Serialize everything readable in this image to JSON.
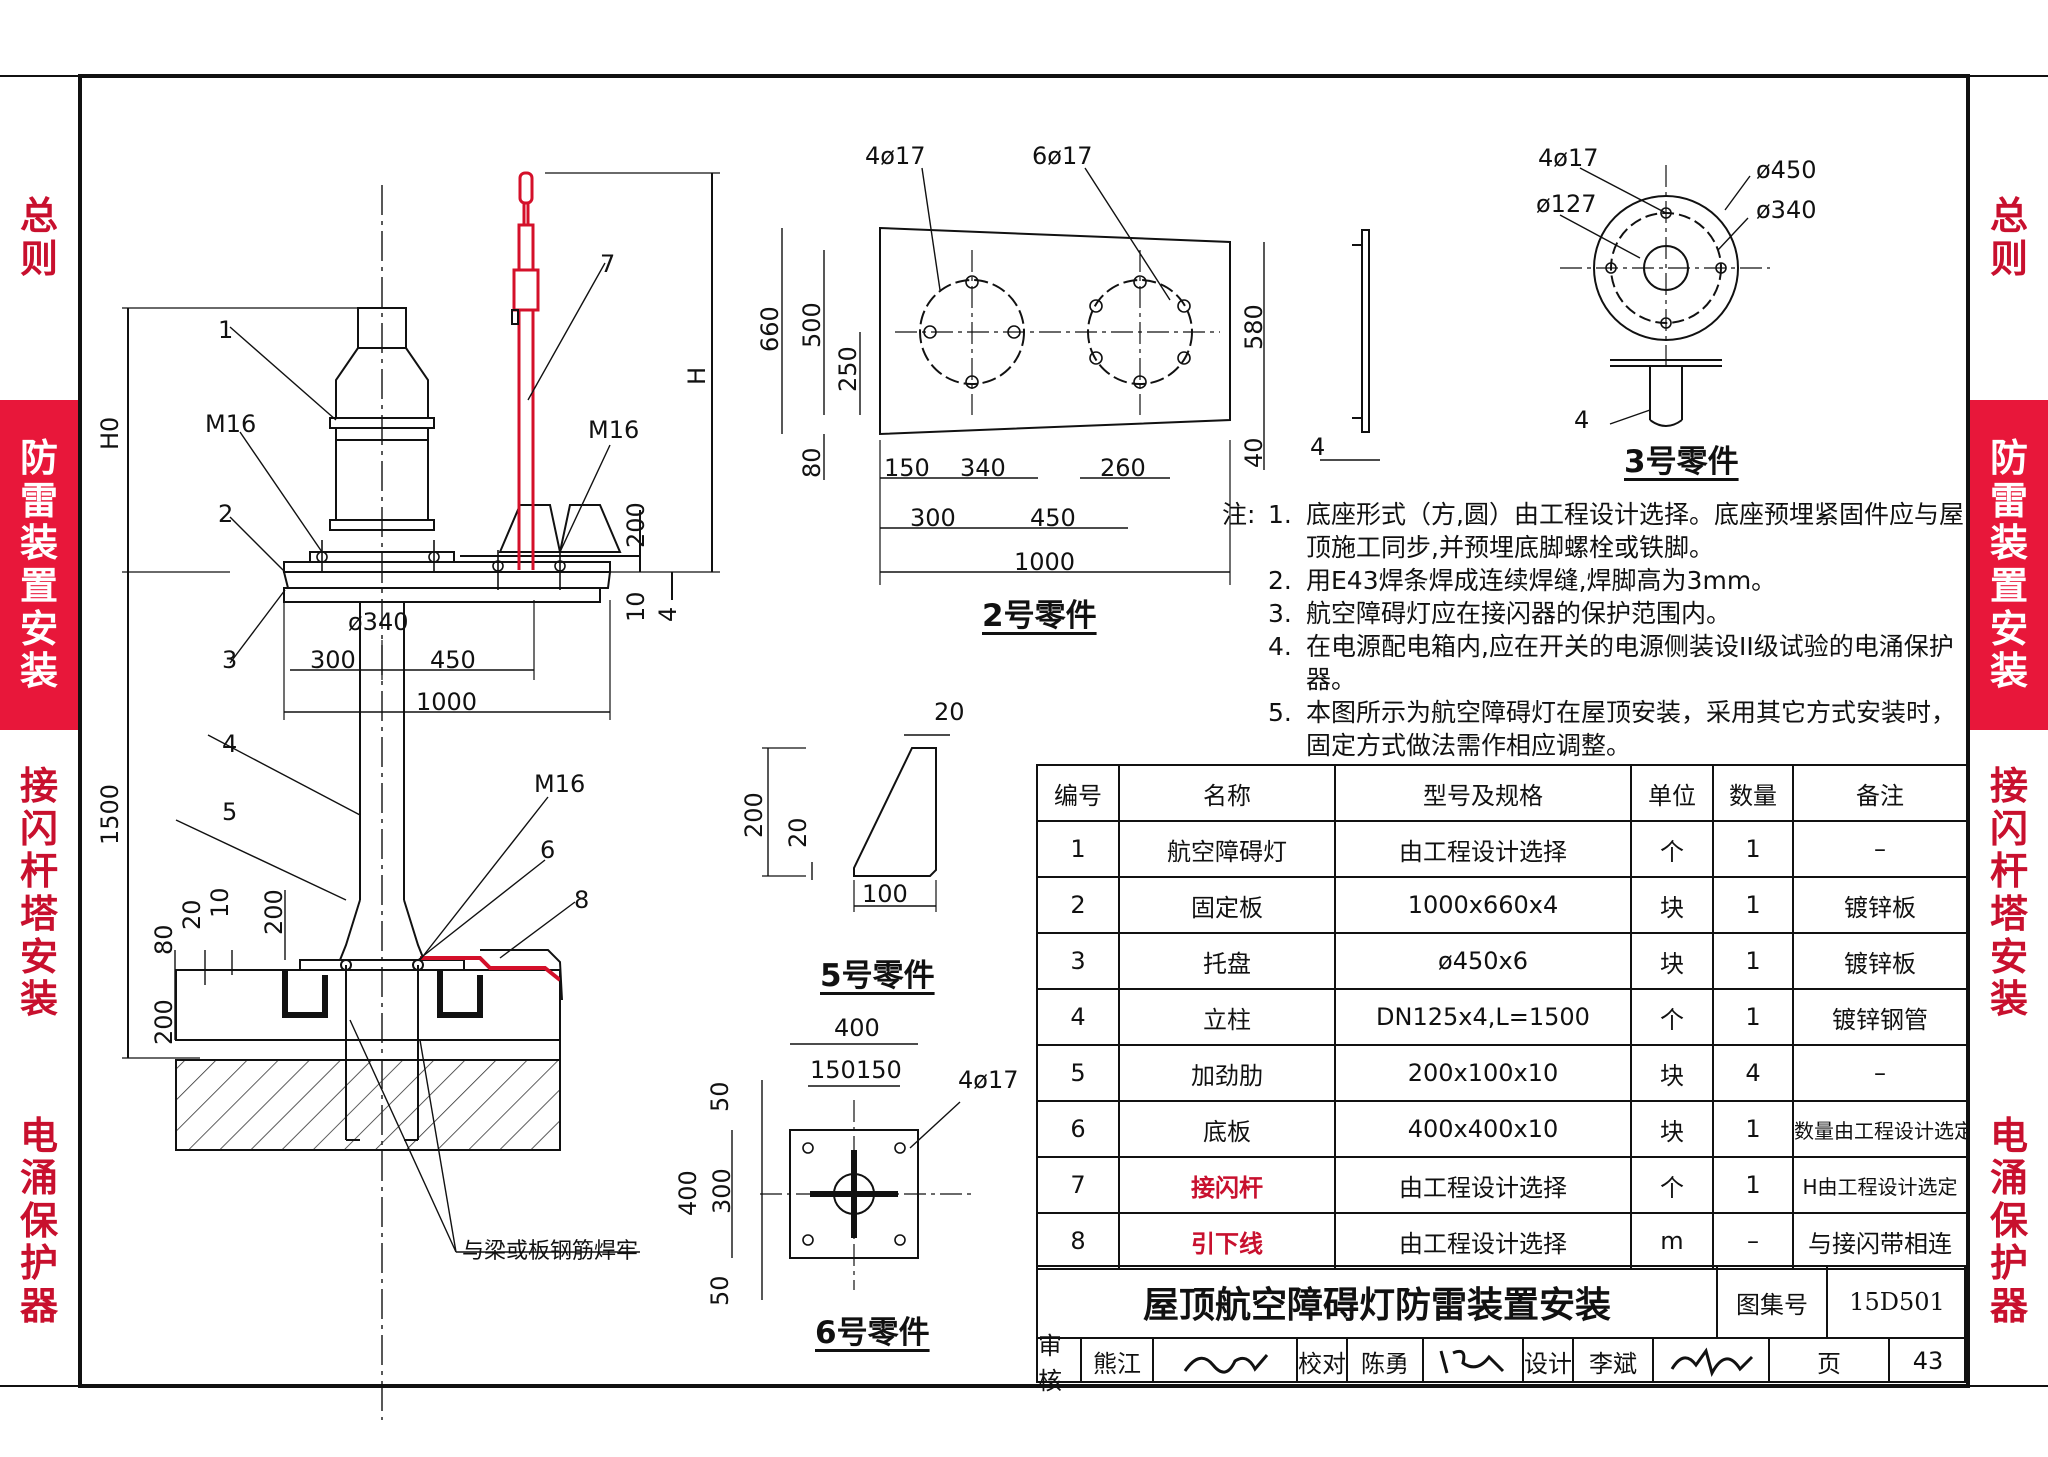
{
  "side_tabs_left": [
    {
      "text": "总则",
      "state": "normal"
    },
    {
      "text": "防雷装置安装",
      "state": "active"
    },
    {
      "text": "接闪杆塔安装",
      "state": "red"
    },
    {
      "text": "电涌保护器",
      "state": "red"
    }
  ],
  "side_tabs_right": [
    {
      "text": "总则",
      "state": "normal"
    },
    {
      "text": "防雷装置安装",
      "state": "active"
    },
    {
      "text": "接闪杆塔安装",
      "state": "red"
    },
    {
      "text": "电涌保护器",
      "state": "red"
    }
  ],
  "main_view": {
    "callouts": [
      "1",
      "2",
      "3",
      "4",
      "5",
      "6",
      "7",
      "8"
    ],
    "bolt_labels": [
      "M16",
      "M16",
      "M16"
    ],
    "dims": {
      "h0": "H0",
      "h": "H",
      "d1500": "1500",
      "d200a": "200",
      "d10": "10",
      "d4": "4",
      "phi340": "ø340",
      "d300": "300",
      "d450": "450",
      "d1000": "1000",
      "d80": "80",
      "d20": "20",
      "d10b": "10",
      "d200b": "200",
      "d200c": "200"
    },
    "weld_note": "与梁或板钢筋焊牢"
  },
  "part2": {
    "label": "2号零件",
    "holes_a": "4ø17",
    "holes_b": "6ø17",
    "dims": [
      "660",
      "500",
      "250",
      "80",
      "580",
      "40",
      "150",
      "340",
      "260",
      "300",
      "450",
      "1000"
    ],
    "side_thickness": "4"
  },
  "part3": {
    "label": "3号零件",
    "holes": "4ø17",
    "d127": "ø127",
    "d450": "ø450",
    "d340": "ø340",
    "callout": "4"
  },
  "part5": {
    "label": "5号零件",
    "d20a": "20",
    "d200": "200",
    "d20b": "20",
    "d100": "100"
  },
  "part6": {
    "label": "6号零件",
    "d400": "400",
    "d150a": "150",
    "d150b": "150",
    "holes": "4ø17",
    "d50a": "50",
    "d400v": "400",
    "d300": "300",
    "d50b": "50"
  },
  "notes": {
    "lead": "注:",
    "items": [
      {
        "n": "1.",
        "lines": [
          "底座形式（方,圆）由工程设计选择。底座预埋紧固件应与屋",
          "顶施工同步,并预埋底脚螺栓或铁脚。"
        ]
      },
      {
        "n": "2.",
        "lines": [
          "用E43焊条焊成连续焊缝,焊脚高为3mm。"
        ]
      },
      {
        "n": "3.",
        "lines": [
          "航空障碍灯应在接闪器的保护范围内。"
        ]
      },
      {
        "n": "4.",
        "lines": [
          "在电源配电箱内,应在开关的电源侧装设II级试验的电涌保护器。"
        ]
      },
      {
        "n": "5.",
        "lines": [
          "本图所示为航空障碍灯在屋顶安装，采用其它方式安装时，",
          "固定方式做法需作相应调整。"
        ]
      }
    ]
  },
  "bom": {
    "headers": [
      "编号",
      "名称",
      "型号及规格",
      "单位",
      "数量",
      "备注"
    ],
    "rows": [
      [
        "1",
        "航空障碍灯",
        "由工程设计选择",
        "个",
        "1",
        "–"
      ],
      [
        "2",
        "固定板",
        "1000x660x4",
        "块",
        "1",
        "镀锌板"
      ],
      [
        "3",
        "托盘",
        "ø450x6",
        "块",
        "1",
        "镀锌板"
      ],
      [
        "4",
        "立柱",
        "DN125x4,L=1500",
        "个",
        "1",
        "镀锌钢管"
      ],
      [
        "5",
        "加劲肋",
        "200x100x10",
        "块",
        "4",
        "–"
      ],
      [
        "6",
        "底板",
        "400x400x10",
        "块",
        "1",
        "数量由工程设计选定"
      ],
      [
        "7",
        "接闪杆",
        "由工程设计选择",
        "个",
        "1",
        "H由工程设计选定"
      ],
      [
        "8",
        "引下线",
        "由工程设计选择",
        "m",
        "–",
        "与接闪带相连"
      ]
    ],
    "red_rows": [
      6,
      7
    ]
  },
  "title_block": {
    "title": "屋顶航空障碍灯防雷装置安装",
    "atlas_label": "图集号",
    "atlas_no": "15D501",
    "review_label": "审核",
    "review_name": "熊江",
    "check_label": "校对",
    "check_name": "陈勇",
    "design_label": "设计",
    "design_name": "李斌",
    "page_label": "页",
    "page_no": "43"
  }
}
